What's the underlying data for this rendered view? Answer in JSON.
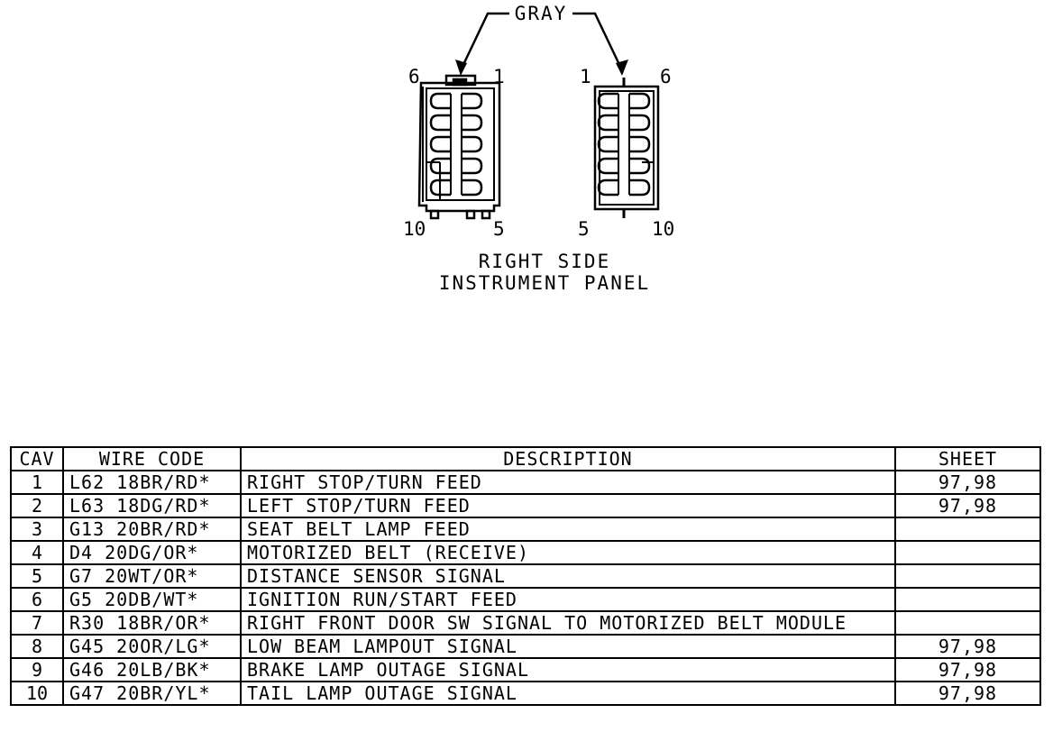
{
  "connector": {
    "color_label": "GRAY",
    "caption_line1": "RIGHT SIDE",
    "caption_line2": "INSTRUMENT PANEL",
    "left_view": {
      "top_left": "6",
      "top_right": "1",
      "bottom_left": "10",
      "bottom_right": "5"
    },
    "right_view": {
      "top_left": "1",
      "top_right": "6",
      "bottom_left": "5",
      "bottom_right": "10"
    }
  },
  "table": {
    "headers": {
      "cav": "CAV",
      "wire": "WIRE CODE",
      "desc": "DESCRIPTION",
      "sheet": "SHEET"
    },
    "rows": [
      {
        "cav": "1",
        "wire": "L62 18BR/RD*",
        "desc": "RIGHT STOP/TURN FEED",
        "sheet": "97,98"
      },
      {
        "cav": "2",
        "wire": "L63 18DG/RD*",
        "desc": "LEFT STOP/TURN FEED",
        "sheet": "97,98"
      },
      {
        "cav": "3",
        "wire": "G13 20BR/RD*",
        "desc": "SEAT BELT LAMP FEED",
        "sheet": ""
      },
      {
        "cav": "4",
        "wire": "D4 20DG/OR*",
        "desc": "MOTORIZED BELT (RECEIVE)",
        "sheet": ""
      },
      {
        "cav": "5",
        "wire": "G7 20WT/OR*",
        "desc": "DISTANCE SENSOR SIGNAL",
        "sheet": ""
      },
      {
        "cav": "6",
        "wire": "G5 20DB/WT*",
        "desc": "IGNITION RUN/START FEED",
        "sheet": ""
      },
      {
        "cav": "7",
        "wire": "R30 18BR/OR*",
        "desc": "RIGHT FRONT DOOR SW SIGNAL TO MOTORIZED BELT MODULE",
        "sheet": ""
      },
      {
        "cav": "8",
        "wire": "G45 20OR/LG*",
        "desc": "LOW BEAM LAMPOUT SIGNAL",
        "sheet": "97,98"
      },
      {
        "cav": "9",
        "wire": "G46 20LB/BK*",
        "desc": "BRAKE LAMP OUTAGE SIGNAL",
        "sheet": "97,98"
      },
      {
        "cav": "10",
        "wire": "G47 20BR/YL*",
        "desc": "TAIL LAMP OUTAGE SIGNAL",
        "sheet": "97,98"
      }
    ]
  }
}
